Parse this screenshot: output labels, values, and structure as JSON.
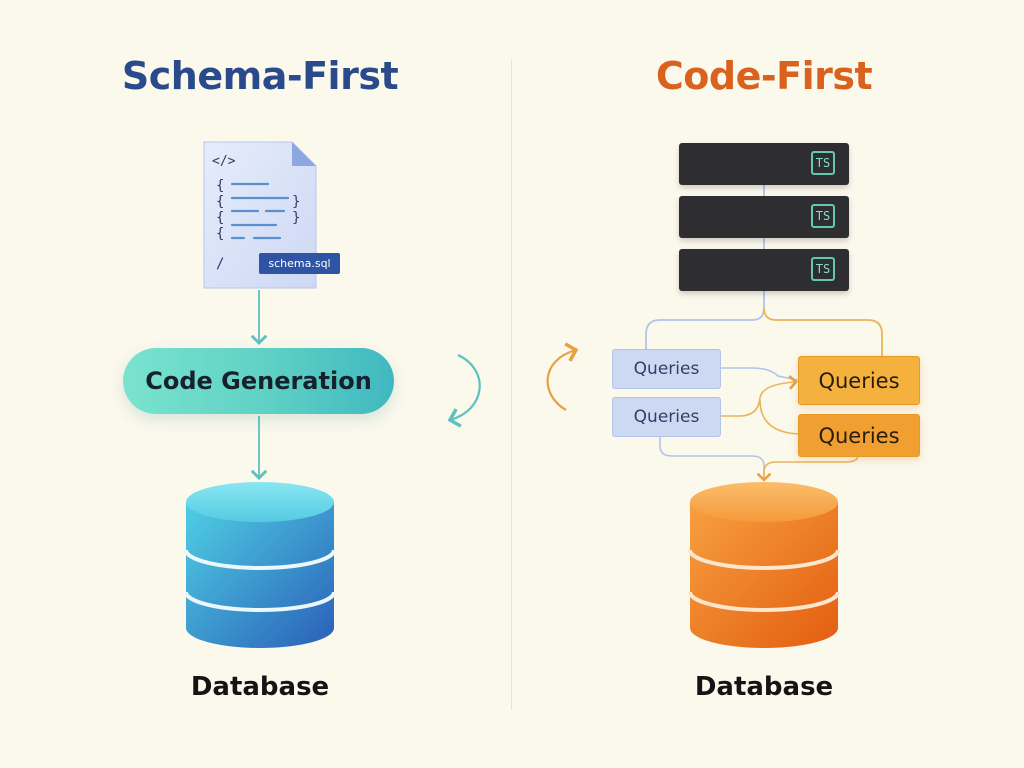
{
  "left": {
    "title": "Schema-First",
    "file_tag": "schema.sql",
    "code_generation": "Code Generation",
    "database": "Database"
  },
  "right": {
    "title": "Code-First",
    "ts_badge": "TS",
    "queries": [
      "Queries",
      "Queries",
      "Queries",
      "Queries"
    ],
    "database": "Database"
  },
  "colors": {
    "left_title": "#2b4a8c",
    "right_title": "#d8621e",
    "teal_arrow": "#5cc2c0",
    "orange_arrow": "#e8a040",
    "blue_db_top": "#4fd0e4",
    "blue_db_bottom": "#2a5fb8",
    "orange_db_top": "#f7a040",
    "orange_db_bottom": "#e35d10"
  },
  "icons": [
    "code-icon",
    "document-icon",
    "refresh-arrow-icon",
    "typescript-icon",
    "database-icon"
  ]
}
